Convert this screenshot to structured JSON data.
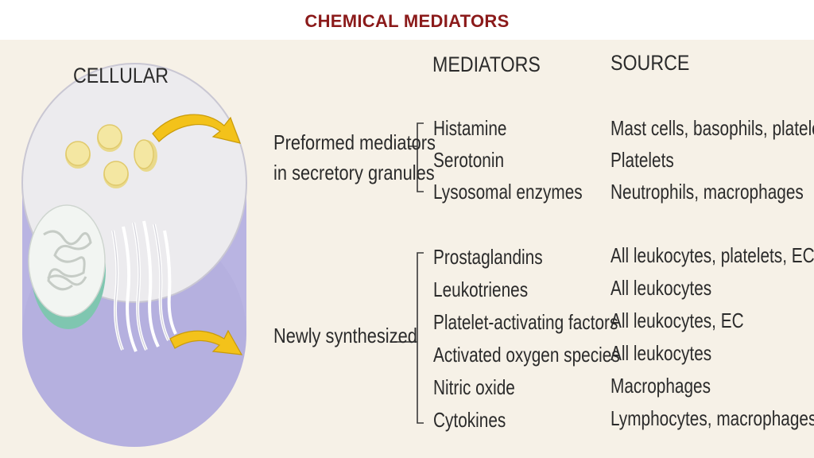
{
  "title": "CHEMICAL MEDIATORS",
  "headers": {
    "cellular": "CELLULAR",
    "mediators": "MEDIATORS",
    "source": "SOURCE"
  },
  "groups": [
    {
      "label_lines": [
        "Preformed mediators",
        "in secretory granules"
      ],
      "items": [
        {
          "mediator": "Histamine",
          "source": "Mast cells, basophils, platelets"
        },
        {
          "mediator": "Serotonin",
          "source": "Platelets"
        },
        {
          "mediator": "Lysosomal enzymes",
          "source": "Neutrophils, macrophages"
        }
      ]
    },
    {
      "label_lines": [
        "Newly synthesized"
      ],
      "items": [
        {
          "mediator": "Prostaglandins",
          "source": "All leukocytes, platelets, EC"
        },
        {
          "mediator": "Leukotrienes",
          "source": "All leukocytes"
        },
        {
          "mediator": "Platelet-activating factors",
          "source": "All leukocytes, EC"
        },
        {
          "mediator": "Activated oxygen species",
          "source": "All leukocytes"
        },
        {
          "mediator": "Nitric oxide",
          "source": "Macrophages"
        },
        {
          "mediator": "Cytokines",
          "source": "Lymphocytes, macrophages, EC"
        }
      ]
    }
  ],
  "colors": {
    "title": "#8b1a1a",
    "cell_body": "#b9b4e2",
    "cell_top": "#ecebee",
    "nucleus": "#7fc6b0",
    "granule": "#f4e7a2",
    "arrow": "#f3c21a"
  }
}
